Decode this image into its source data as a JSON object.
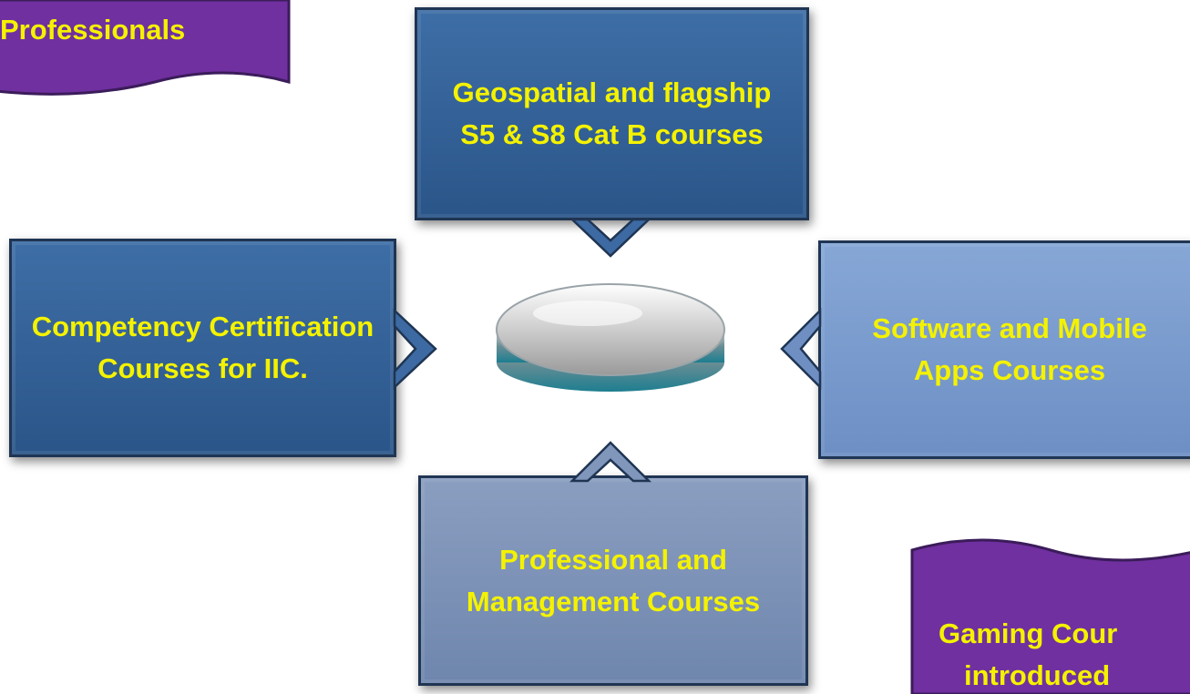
{
  "diagram": {
    "top_box": "Geospatial and flagship S5 & S8 Cat B courses",
    "left_box": "Competency Certification Courses for IIC.",
    "right_box": "Software and Mobile Apps Courses",
    "bottom_box": "Professional and Management Courses",
    "banner_top_left": "Professionals",
    "banner_bottom_right_line1": "Gaming Cour",
    "banner_bottom_right_line2": "introduced"
  },
  "colors": {
    "box_dark": "#2f5e97",
    "box_light": "#7a9bd0",
    "box_gray": "#7f93b8",
    "text": "#f4f200",
    "banner": "#7030a0"
  }
}
